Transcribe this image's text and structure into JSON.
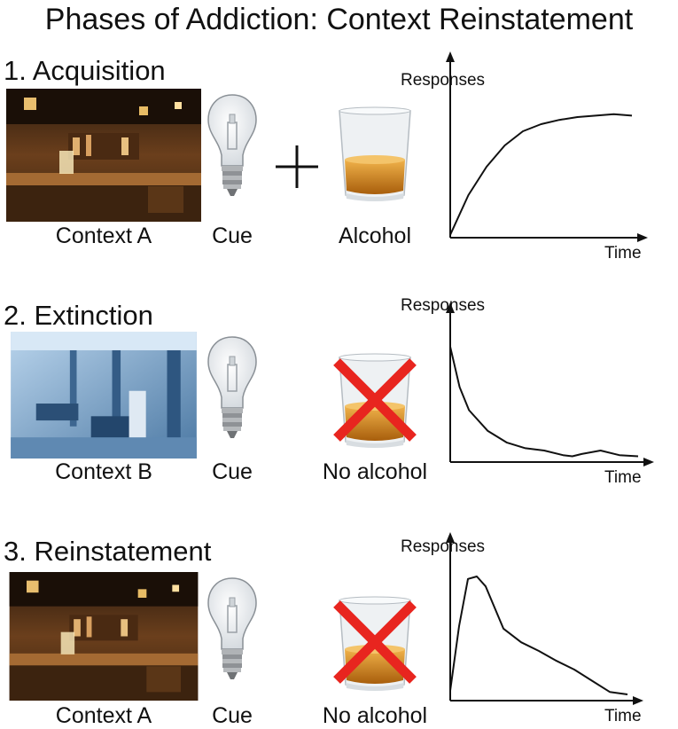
{
  "title": "Phases of Addiction: Context Reinstatement",
  "colors": {
    "x_mark": "#e8251f",
    "liquor": "#d98a1a",
    "bar_scene": "#6b3f1c",
    "room_scene": "#7fa6c9"
  },
  "phases": [
    {
      "heading": "1. Acquisition",
      "context": "Context A",
      "cue": "Cue",
      "outcome": "Alcohol",
      "outcome_crossed": false,
      "operator": "+"
    },
    {
      "heading": "2. Extinction",
      "context": "Context B",
      "cue": "Cue",
      "outcome": "No alcohol",
      "outcome_crossed": true
    },
    {
      "heading": "3. Reinstatement",
      "context": "Context A",
      "cue": "Cue",
      "outcome": "No alcohol",
      "outcome_crossed": true
    }
  ],
  "icons": {
    "cue": "light-bulb-icon",
    "alcohol": "whiskey-glass-icon",
    "cross": "red-x-icon",
    "context_a": "bar-photo",
    "context_b": "clinic-room-photo"
  },
  "chart_data": [
    {
      "type": "line",
      "ylabel": "Responses",
      "xlabel": "Time",
      "x": [
        0,
        0.1,
        0.2,
        0.3,
        0.4,
        0.5,
        0.6,
        0.7,
        0.8,
        0.9,
        1.0
      ],
      "y": [
        0.02,
        0.3,
        0.5,
        0.65,
        0.75,
        0.8,
        0.83,
        0.85,
        0.86,
        0.87,
        0.86
      ]
    },
    {
      "type": "line",
      "ylabel": "Responses",
      "xlabel": "Time",
      "x": [
        0,
        0.05,
        0.1,
        0.2,
        0.3,
        0.4,
        0.5,
        0.6,
        0.65,
        0.7,
        0.8,
        0.9,
        1.0
      ],
      "y": [
        1.0,
        0.65,
        0.45,
        0.27,
        0.17,
        0.12,
        0.1,
        0.06,
        0.05,
        0.07,
        0.1,
        0.06,
        0.05
      ]
    },
    {
      "type": "line",
      "ylabel": "Responses",
      "xlabel": "Time",
      "x": [
        0,
        0.05,
        0.1,
        0.15,
        0.2,
        0.25,
        0.3,
        0.4,
        0.5,
        0.6,
        0.7,
        0.8,
        0.9,
        1.0
      ],
      "y": [
        0.08,
        0.6,
        0.98,
        1.0,
        0.92,
        0.75,
        0.58,
        0.47,
        0.4,
        0.32,
        0.25,
        0.16,
        0.07,
        0.05
      ]
    }
  ]
}
